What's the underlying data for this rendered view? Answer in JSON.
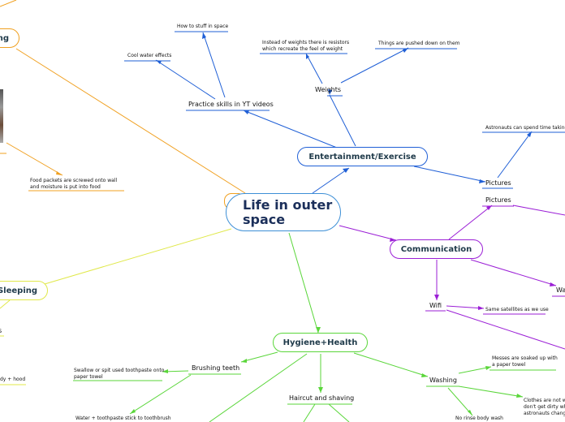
{
  "title": "Life in outer space",
  "colors": {
    "blue": "#1f5fd6",
    "purple": "#9b1fd6",
    "green": "#5ad63a",
    "orange": "#f0a020",
    "yellow": "#e0e84a",
    "center_border": "#3d8fd6"
  },
  "topics": {
    "eating_partial": "ng",
    "entertainment": "Entertainment/Exercise",
    "communication": "Communication",
    "sleeping": "Sleeping",
    "hygiene": "Hygiene+Health"
  },
  "entertainment": {
    "practice": "Practice skills in YT videos",
    "how_to_stuff": "How to stuff in space",
    "cool_water": "Cool water effects",
    "weights": "Weights",
    "resistors": "Instead of weights there is resistors which recreate the feel of weight",
    "pushed_down": "Things are pushed down on them",
    "pictures": "Pictures",
    "pictures_note": "Astronauts can spend time taking p"
  },
  "communication": {
    "pictures": "Pictures",
    "wifi": "Wifi",
    "satellites": "Same satellites as we use",
    "wa_partial": "Wa"
  },
  "eating": {
    "food_packets": "Food packets are screwed onto wall and moisture is put into food"
  },
  "sleeping": {
    "partial_1": "s",
    "partial_2": "dy + hood"
  },
  "hygiene": {
    "brushing": "Brushing teeth",
    "swallow": "Swallow or spit used toothpaste onto paper towel",
    "water_toothpaste": "Water + toothpaste stick to toothbrush",
    "haircut": "Haircut and shaving",
    "washing": "Washing",
    "messes": "Messes are soaked up with a paper towel",
    "clothes": "Clothes are not wa don't get dirty whe astronauts change",
    "no_rinse": "No rinse body wash"
  }
}
